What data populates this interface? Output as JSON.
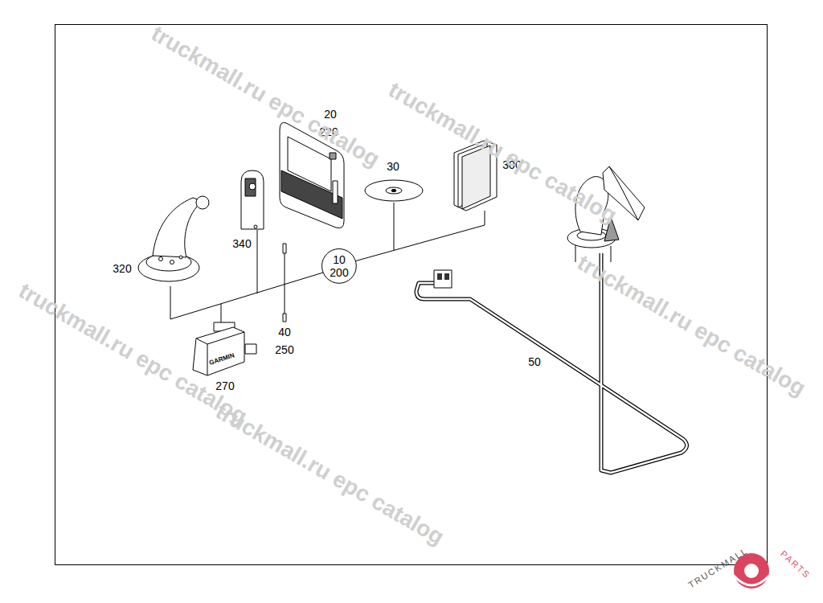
{
  "diagram": {
    "nodes": [
      {
        "text": [
          "10",
          "200"
        ]
      }
    ],
    "labels": [
      "20",
      "220",
      "30",
      "300",
      "320",
      "340",
      "40",
      "250",
      "270",
      "50",
      "GARMIN",
      "truckmall.ru epc catalog",
      "truckmall.ru epc catalog",
      "truckmall.ru epc catalog",
      "truckmall.ru epc catalog",
      "truckmall.ru epc catalog",
      "TRUCKMALL",
      "PARTS"
    ]
  }
}
